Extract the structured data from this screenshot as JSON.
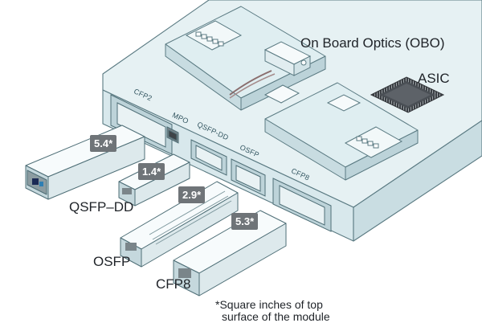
{
  "labels": {
    "obo": "On Board Optics (OBO)",
    "asic": "ASIC",
    "qsfp_dd": "QSFP–DD",
    "osfp": "OSFP",
    "cfp8": "CFP8"
  },
  "ports": {
    "cfp2": "CFP2",
    "mpo": "MPO",
    "qsfp_dd": "QSFP-DD",
    "osfp": "OSFP",
    "cfp8": "CFP8"
  },
  "badges": {
    "cfp2": "5.4*",
    "qsfp_dd": "1.4*",
    "osfp": "2.9*",
    "cfp8": "5.3*"
  },
  "footnote": {
    "line1": "*Square inches of top",
    "line2": "surface of the module"
  },
  "colors": {
    "board": "#e6f1f3",
    "board_side": "#cfe2e6",
    "stroke": "#5a7a82",
    "badge": "#6f7478"
  }
}
